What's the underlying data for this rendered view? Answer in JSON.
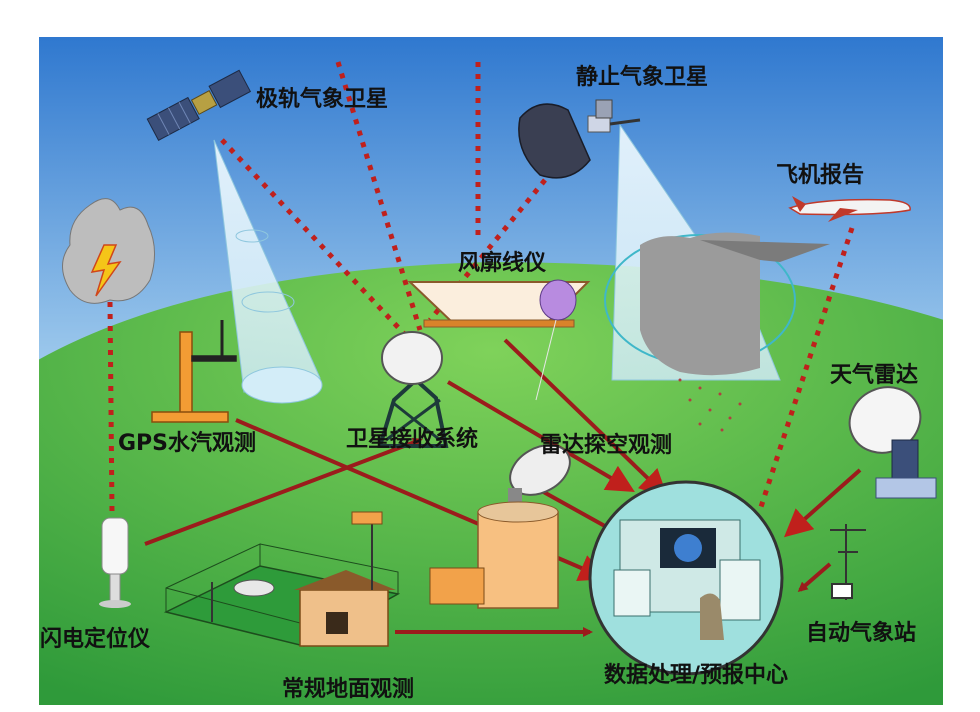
{
  "labels": {
    "polar_satellite": "极轨气象卫星",
    "geo_satellite": "静止气象卫星",
    "aircraft_report": "飞机报告",
    "wind_profiler": "风廓线仪",
    "gps_vapor": "GPS水汽观测",
    "satellite_receiving": "卫星接收系统",
    "radar_sounding": "雷达探空观测",
    "weather_radar": "天气雷达",
    "lightning_locator": "闪电定位仪",
    "auto_weather_station": "自动气象站",
    "surface_observation": "常规地面观测",
    "data_center": "数据处理/预报中心"
  },
  "colors": {
    "sky": "#4a8ed6",
    "ground": "#52b848",
    "arrow": "#9b1c1c",
    "dotted": "#c0201c",
    "beam": "#dff2fa"
  }
}
